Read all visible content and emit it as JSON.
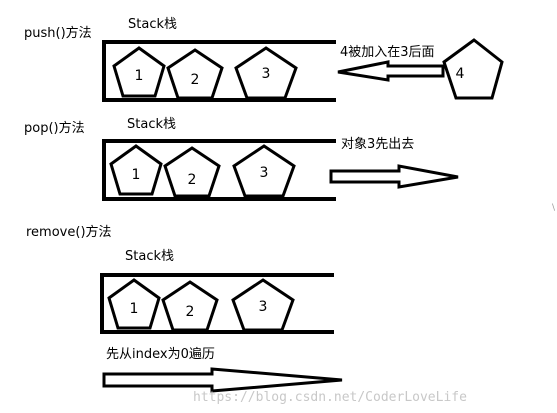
{
  "sections": [
    {
      "title": "push()方法",
      "stack_label": "Stack栈",
      "items": [
        "1",
        "2",
        "3"
      ],
      "annotation": "4被加入在3后面",
      "incoming": "4"
    },
    {
      "title": "pop()方法",
      "stack_label": "Stack栈",
      "items": [
        "1",
        "2",
        "3"
      ],
      "annotation": "对象3先出去"
    },
    {
      "title": "remove()方法",
      "stack_label": "Stack栈",
      "items": [
        "1",
        "2",
        "3"
      ],
      "annotation": "先从index为0遍历"
    }
  ],
  "watermark": "https://blog.csdn.net/CoderLoveLife",
  "edge_mark": "\\"
}
